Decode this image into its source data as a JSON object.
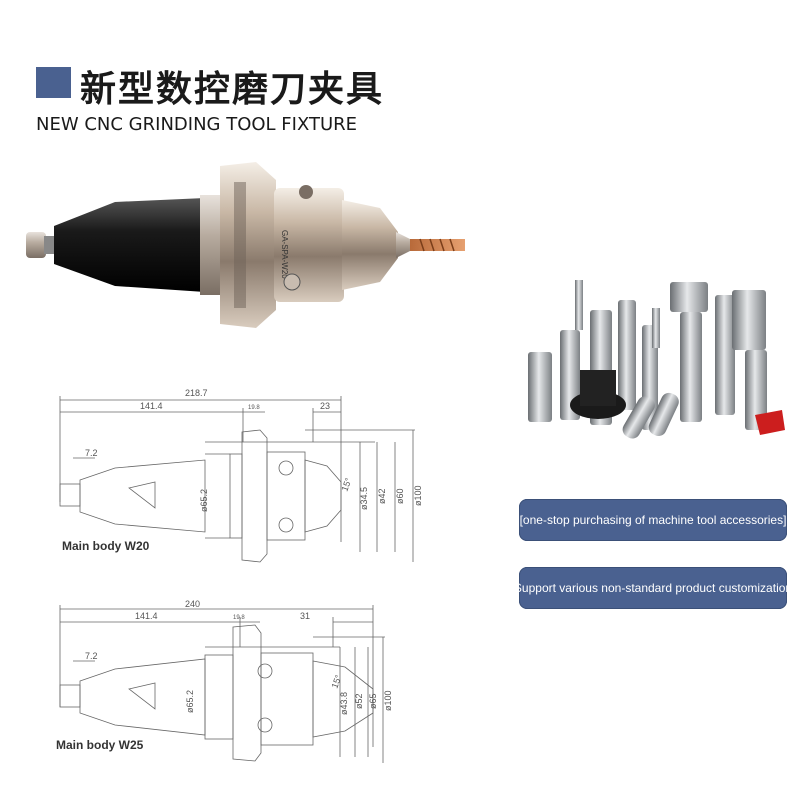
{
  "header": {
    "title_cn": "新型数控磨刀夹具",
    "title_en": "NEW CNC GRINDING TOOL FIXTURE",
    "accent_color": "#4a6190"
  },
  "product_photo": {
    "engraving": "GA-SPA-W20"
  },
  "callouts": [
    {
      "text": "[one-stop purchasing of machine tool accessories]"
    },
    {
      "text": "Support various non-standard product customization"
    }
  ],
  "drawings": [
    {
      "label": "Main body W20",
      "dims": {
        "overall": "218.7",
        "body": "141.4",
        "flange": "19.8",
        "nose": "23",
        "tip": "7.2",
        "angle": "15°",
        "d1": "ø65.2",
        "d2": "ø34.5",
        "d3": "ø42",
        "d4": "ø60",
        "d5": "ø100"
      }
    },
    {
      "label": "Main body W25",
      "dims": {
        "overall": "240",
        "body": "141.4",
        "flange": "19.8",
        "nose": "31",
        "tip": "7.2",
        "angle": "15°",
        "d1": "ø65.2",
        "d2": "ø43.8",
        "d3": "ø52",
        "d4": "ø65",
        "d5": "ø100"
      }
    }
  ]
}
